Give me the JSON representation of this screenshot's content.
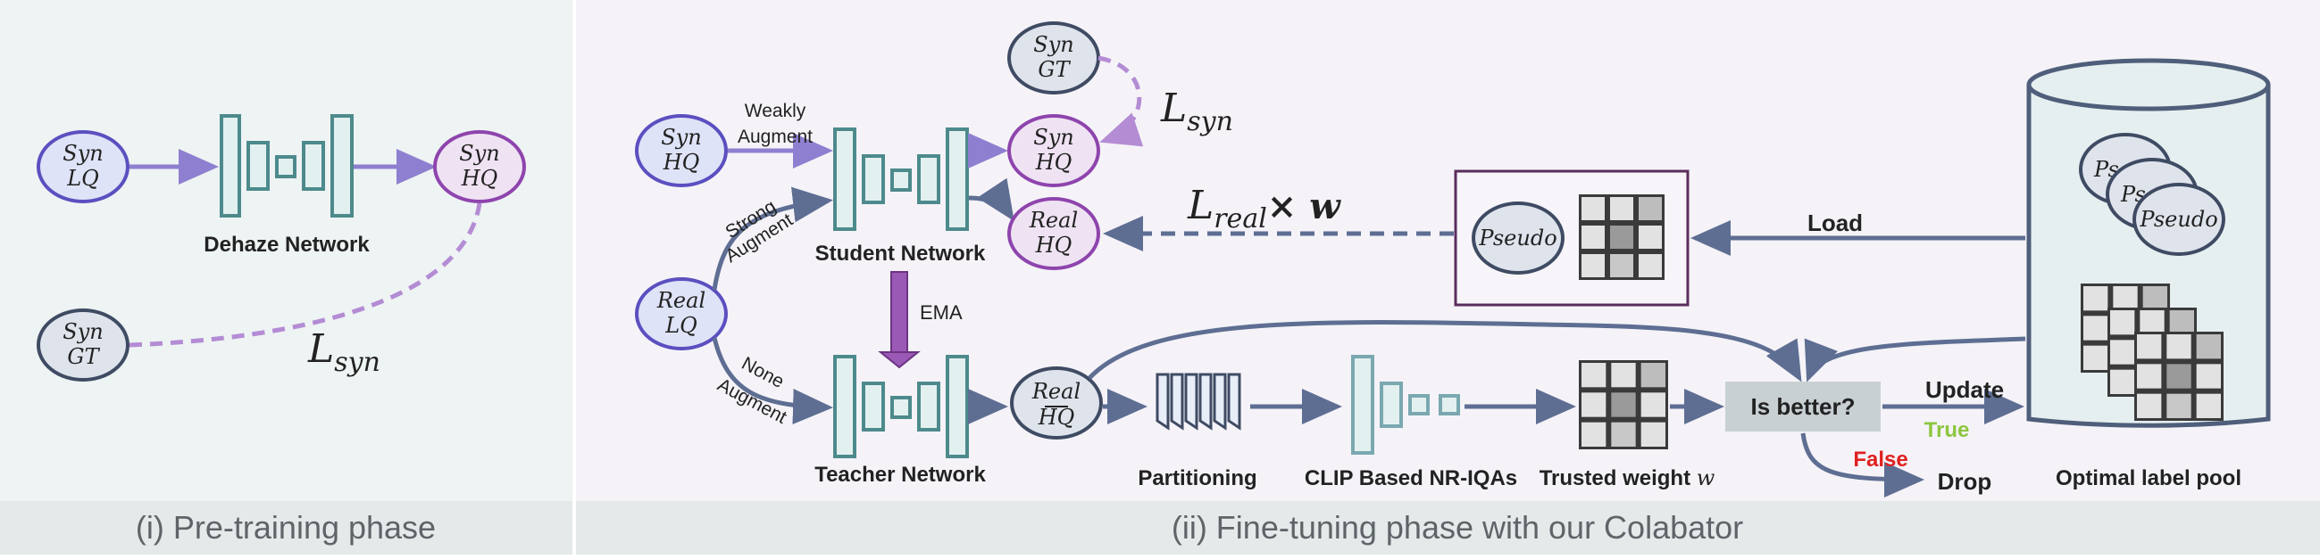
{
  "panels": {
    "pretrain_caption": "(i) Pre-training phase",
    "finetune_caption": "(ii) Fine-tuning phase with our Colabator"
  },
  "pretrain": {
    "syn_lq": [
      "Syn",
      "LQ"
    ],
    "syn_hq": [
      "Syn",
      "HQ"
    ],
    "syn_gt": [
      "Syn",
      "GT"
    ],
    "network_label": "Dehaze Network",
    "loss": "L",
    "loss_sub": "syn"
  },
  "finetune": {
    "syn_hq_in": [
      "Syn",
      "HQ"
    ],
    "real_lq": [
      "Real",
      "LQ"
    ],
    "syn_gt": [
      "Syn",
      "GT"
    ],
    "syn_hq_out": [
      "Syn",
      "HQ"
    ],
    "real_hq_out": [
      "Real",
      "HQ"
    ],
    "real_hq_teacher": [
      "Real",
      "HQ"
    ],
    "weak_aug": [
      "Weakly",
      "Augment"
    ],
    "strong_aug": [
      "Strong",
      "Augment"
    ],
    "none_aug": [
      "None",
      "Augment"
    ],
    "student_label": "Student Network",
    "teacher_label": "Teacher Network",
    "ema": "EMA",
    "loss_syn": "L",
    "loss_syn_sub": "syn",
    "loss_real": "L",
    "loss_real_sub": "real",
    "loss_real_mul": "× w",
    "pseudo": "Pseudo",
    "load": "Load",
    "partitioning": "Partitioning",
    "clip": "CLIP Based NR-IQAs",
    "trusted": "Trusted weight ",
    "trusted_w": "w",
    "is_better": "Is better?",
    "update": "Update",
    "true": "True",
    "false": "False",
    "drop": "Drop",
    "pool": "Optimal label pool",
    "pool_labels": [
      "Ps",
      "Ps",
      "Pseudo"
    ]
  },
  "colors": {
    "node_blue_fill": "#dfe3f7",
    "node_blue_stroke": "#5b4fc0",
    "node_purple_fill": "#efe3f3",
    "node_purple_stroke": "#8e44ad",
    "node_gray_fill": "#dfe4ec",
    "node_gray_stroke": "#3f4b63",
    "network_fill": "#e3f0f0",
    "network_stroke": "#4d8a8c",
    "arrow_main": "#5e6e93",
    "arrow_purple": "#8f7fd0",
    "dash_purple": "#b48cd4",
    "true_color": "#8dc63f",
    "false_color": "#e02020"
  }
}
